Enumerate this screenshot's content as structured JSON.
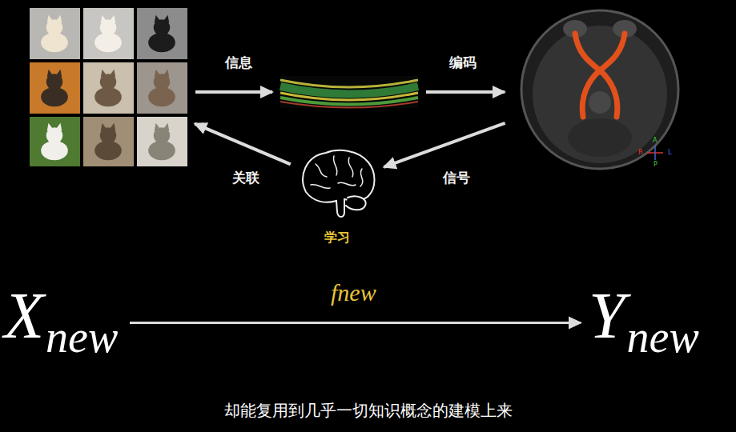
{
  "diagram": {
    "caption": "却能复用到几乎一切知识概念的建模上来",
    "nodes": [
      {
        "text": []
      },
      {
        "text": []
      },
      {
        "text": []
      },
      {
        "text": [
          "学习"
        ]
      },
      {
        "text": [
          "X",
          "new"
        ]
      },
      {
        "text": [
          "Y",
          "new"
        ]
      }
    ],
    "edges": [
      {
        "from": 0,
        "to": 1,
        "label": "信息",
        "arrow": "to"
      },
      {
        "from": 1,
        "to": 2,
        "label": "编码",
        "arrow": "to"
      },
      {
        "from": 2,
        "to": 3,
        "label": "信号",
        "arrow": "to"
      },
      {
        "from": 3,
        "to": 0,
        "label": "关联",
        "arrow": "to"
      },
      {
        "from": 4,
        "to": 5,
        "label": "fnew",
        "arrow": "to"
      }
    ],
    "labels": [
      "A",
      "R",
      "L",
      "P"
    ]
  }
}
